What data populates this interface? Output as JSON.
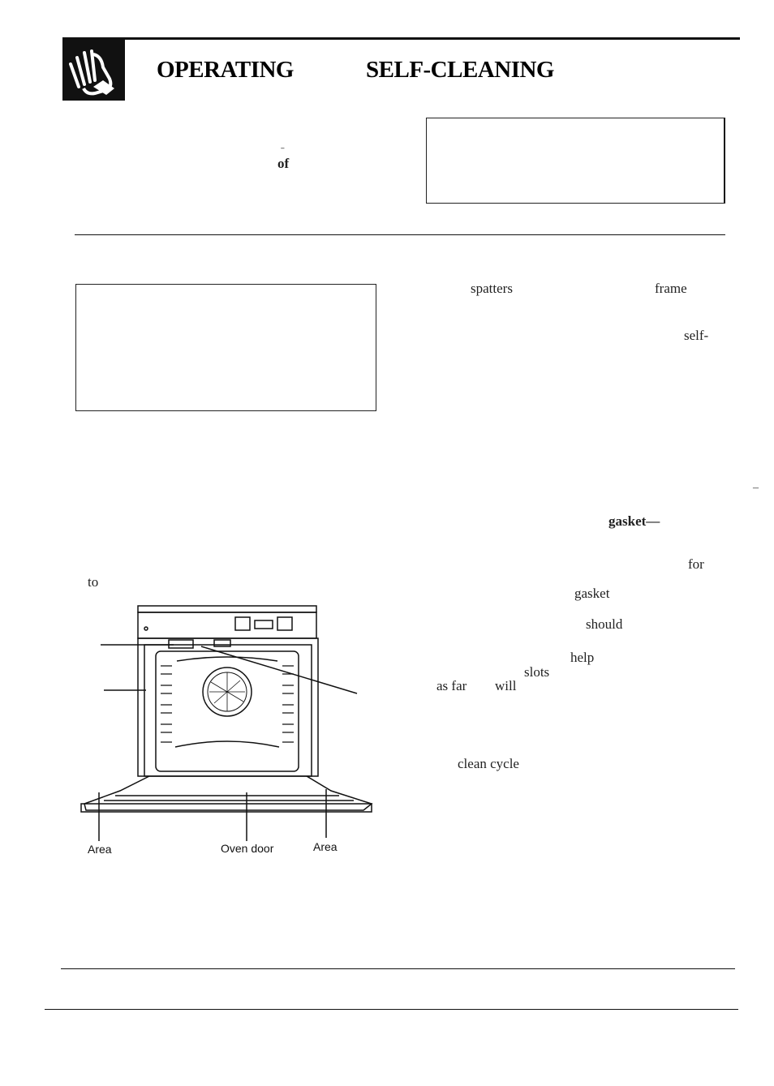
{
  "header": {
    "title_left": "OPERATING",
    "title_right": "SELF-CLEANING"
  },
  "fragments": {
    "of": "of",
    "spatters": "spatters",
    "frame": "frame",
    "self": "self-",
    "gasket_bold": "gasket—",
    "for": "for",
    "to": "to",
    "gasket": "gasket",
    "should": "should",
    "help": "help",
    "slots": "slots",
    "as_far": "as far",
    "will": "will",
    "clean_cycle": "clean cycle"
  },
  "figure": {
    "label_area_left": "Area",
    "label_oven_door": "Oven door",
    "label_area_right": "Area"
  },
  "icons": {
    "header_logo": "hand-pointing-icon"
  }
}
